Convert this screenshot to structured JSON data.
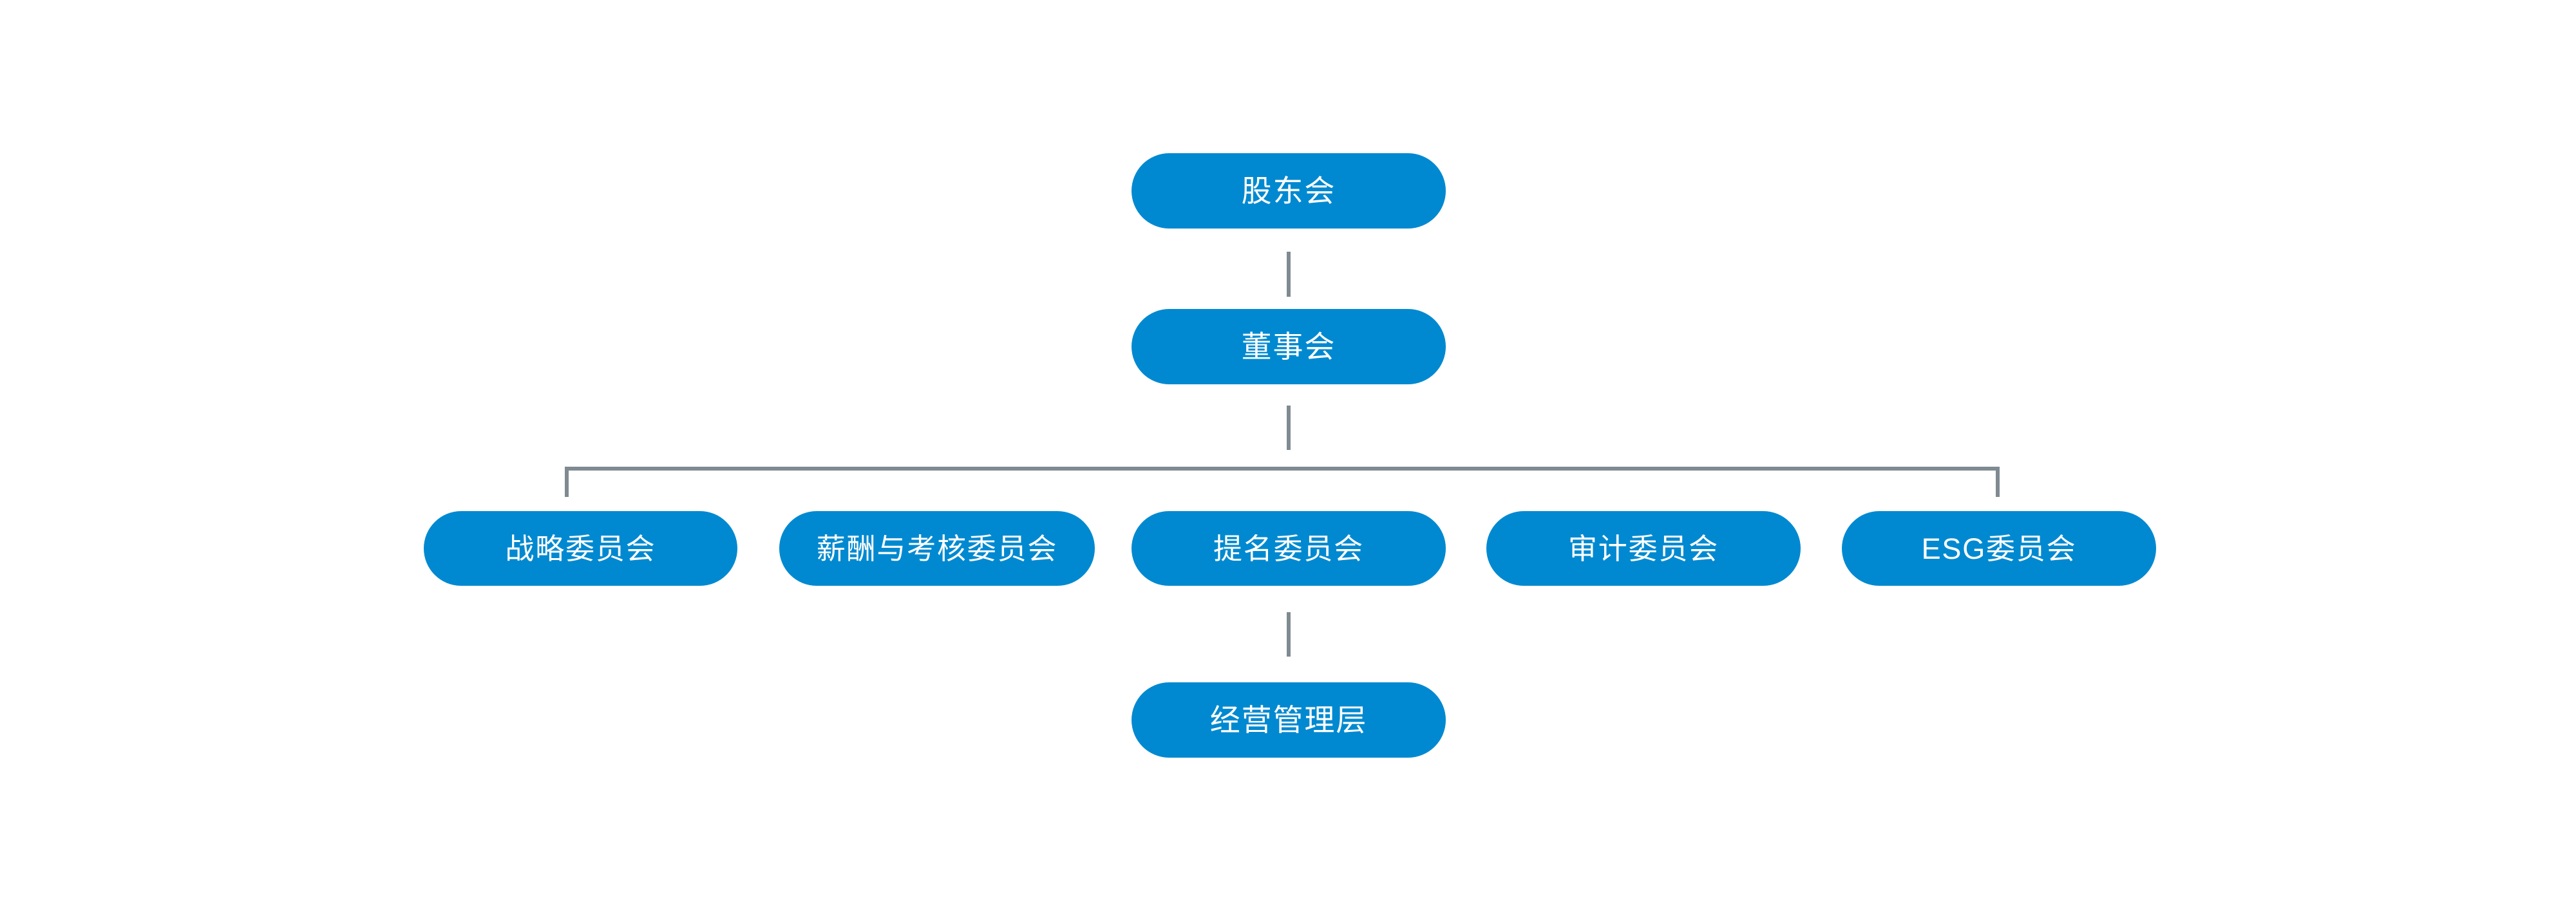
{
  "chart_title": "",
  "theme": {
    "node_fill": "#0089d0",
    "node_text": "#ffffff",
    "connector": "#7f8a91",
    "background": "#ffffff"
  },
  "org_chart": {
    "type": "org-hierarchy",
    "levels": [
      {
        "level": 1,
        "nodes": [
          {
            "id": "shareholders",
            "label": "股东会"
          }
        ]
      },
      {
        "level": 2,
        "nodes": [
          {
            "id": "board",
            "label": "董事会"
          }
        ]
      },
      {
        "level": 3,
        "nodes": [
          {
            "id": "strategy",
            "label": "战略委员会"
          },
          {
            "id": "remuneration",
            "label": "薪酬与考核委员会"
          },
          {
            "id": "nomination",
            "label": "提名委员会"
          },
          {
            "id": "audit",
            "label": "审计委员会"
          },
          {
            "id": "esg",
            "label": "ESG委员会"
          }
        ]
      },
      {
        "level": 4,
        "nodes": [
          {
            "id": "management",
            "label": "经营管理层"
          }
        ]
      }
    ],
    "edges": [
      {
        "from": "shareholders",
        "to": "board",
        "style": "vertical"
      },
      {
        "from": "board",
        "to": "committee-bus",
        "style": "vertical"
      },
      {
        "from": "committee-bus",
        "to": "strategy",
        "style": "elbow"
      },
      {
        "from": "committee-bus",
        "to": "esg",
        "style": "elbow"
      },
      {
        "from": "nomination",
        "to": "management",
        "style": "vertical"
      }
    ]
  }
}
